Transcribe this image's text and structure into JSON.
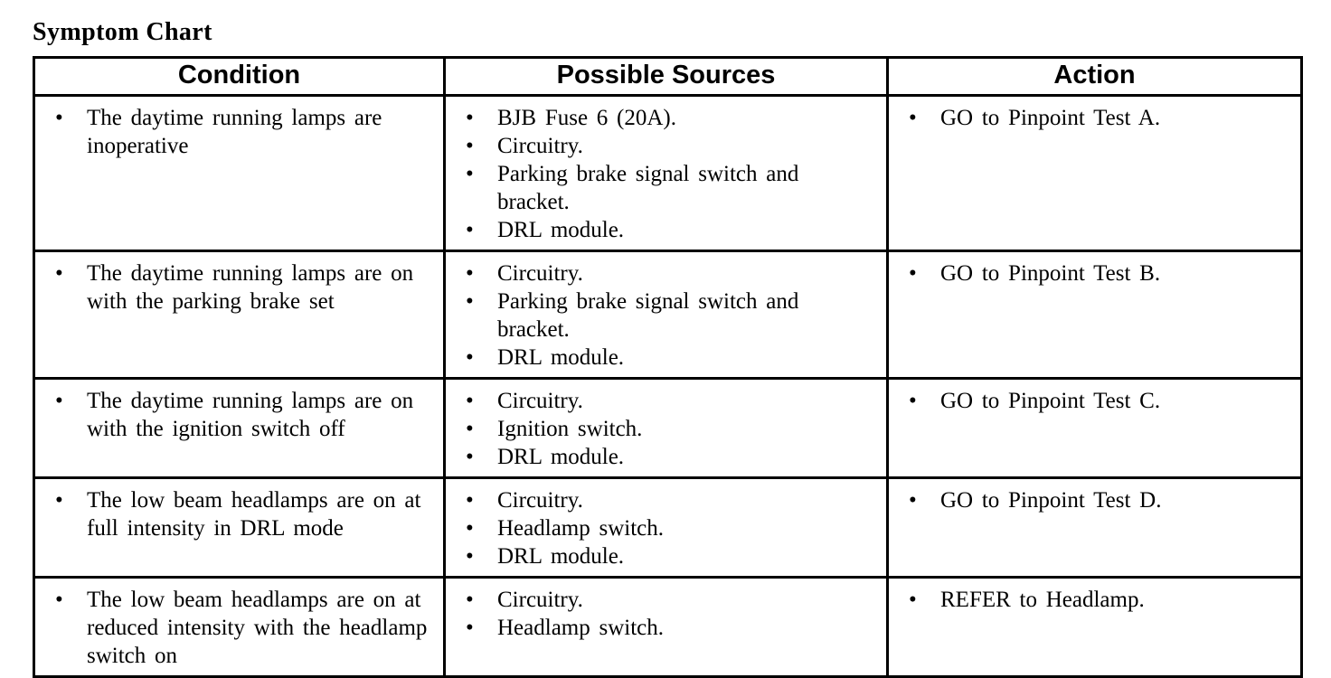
{
  "icons": {
    "bullet": "•"
  },
  "colors": {
    "text": "#000000",
    "border": "#000000",
    "background": "#ffffff"
  },
  "page": {
    "title": "Symptom Chart"
  },
  "table": {
    "headers": {
      "condition": "Condition",
      "sources": "Possible Sources",
      "action": "Action"
    },
    "rows": [
      {
        "condition": "The daytime running lamps are inoperative",
        "sources": [
          "BJB Fuse 6 (20A).",
          "Circuitry.",
          "Parking brake signal switch and bracket.",
          "DRL module."
        ],
        "action": "GO to Pinpoint Test A."
      },
      {
        "condition": "The daytime running lamps are on with the parking brake set",
        "sources": [
          "Circuitry.",
          "Parking brake signal switch and bracket.",
          "DRL module."
        ],
        "action": "GO to Pinpoint Test B."
      },
      {
        "condition": "The daytime running lamps are on with the ignition switch off",
        "sources": [
          "Circuitry.",
          "Ignition switch.",
          "DRL module."
        ],
        "action": "GO to Pinpoint Test C."
      },
      {
        "condition": "The low beam headlamps are on at full intensity in DRL mode",
        "sources": [
          "Circuitry.",
          "Headlamp switch.",
          "DRL module."
        ],
        "action": "GO to Pinpoint Test D."
      },
      {
        "condition": "The low beam headlamps are on at reduced intensity with the headlamp switch on",
        "sources": [
          "Circuitry.",
          "Headlamp switch."
        ],
        "action": "REFER to Headlamp."
      }
    ]
  }
}
